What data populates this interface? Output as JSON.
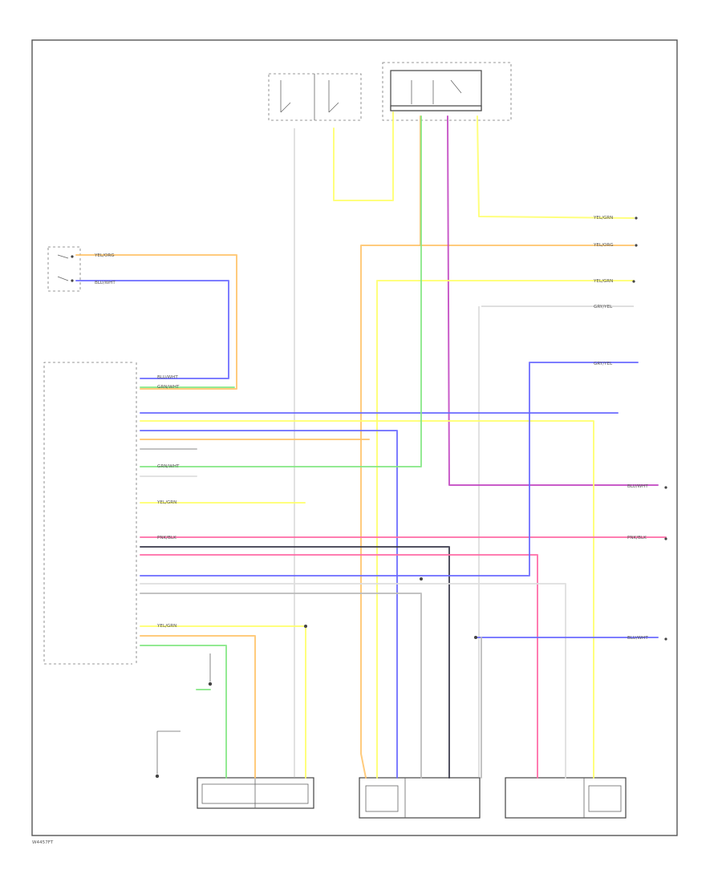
{
  "colors": {
    "yellow": "#ffff66",
    "orange": "#ffc266",
    "blue": "#6666ff",
    "green": "#80e680",
    "pink": "#ff66a3",
    "magenta": "#c040c0",
    "dark": "#333344",
    "gray": "#b8b8b8",
    "lightgray": "#dddddd"
  },
  "wire_labels": {
    "yellow": "YEL/GRN",
    "orange": "YEL/ORG",
    "blue": "BLU/WHT",
    "green": "GRN/WHT",
    "pink": "PNK/BLK",
    "gray": "GRY/YEL"
  },
  "footer": "W4457FT"
}
